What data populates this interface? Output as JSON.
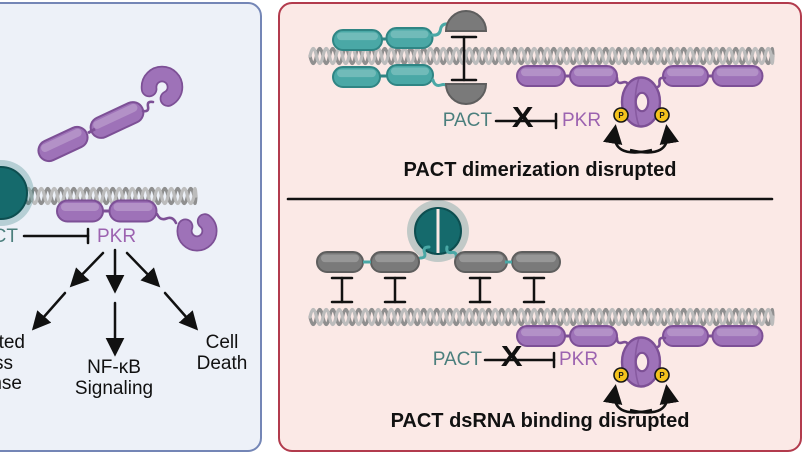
{
  "colors": {
    "left_panel_bg": "#edf1f8",
    "left_panel_border": "#7486b6",
    "right_panel_bg": "#fbe9e6",
    "right_panel_border": "#b23b4d",
    "pkr_label": "#9c63b0",
    "pact_label": "#4b7f7d",
    "protein_purple": "#9e72b8",
    "protein_purple_outline": "#7d5096",
    "protein_teal": "#4aa8a6",
    "protein_teal_outline": "#2f8584",
    "pact_core_teal": "#156a6c",
    "pact_core_outline": "#0d4e50",
    "inactive_gray": "#7a7a7a",
    "inactive_gray_outline": "#5e5e5e",
    "rna_gray_dark": "#8f8f8f",
    "rna_gray_light": "#bcbcbc",
    "phospho_yellow": "#f4c21c",
    "ink": "#111111"
  },
  "left_panel": {
    "pact_label": "CT",
    "pkr_label": "PKR",
    "outcome_truncated": {
      "line1": "ted",
      "line2": "ss",
      "line3": "nse"
    },
    "outcome_nfkb": {
      "line1": "NF-κB",
      "line2": "Signaling"
    },
    "outcome_death": {
      "line1": "Cell",
      "line2": "Death"
    }
  },
  "right_panel": {
    "top": {
      "pact_label": "PACT",
      "blocked_symbol": "X",
      "pkr_label": "PKR",
      "phospho_label": "P",
      "caption": "PACT dimerization disrupted"
    },
    "bottom": {
      "pact_label": "PACT",
      "blocked_symbol": "X",
      "pkr_label": "PKR",
      "phospho_label": "P",
      "caption": "PACT dsRNA binding disrupted"
    }
  }
}
